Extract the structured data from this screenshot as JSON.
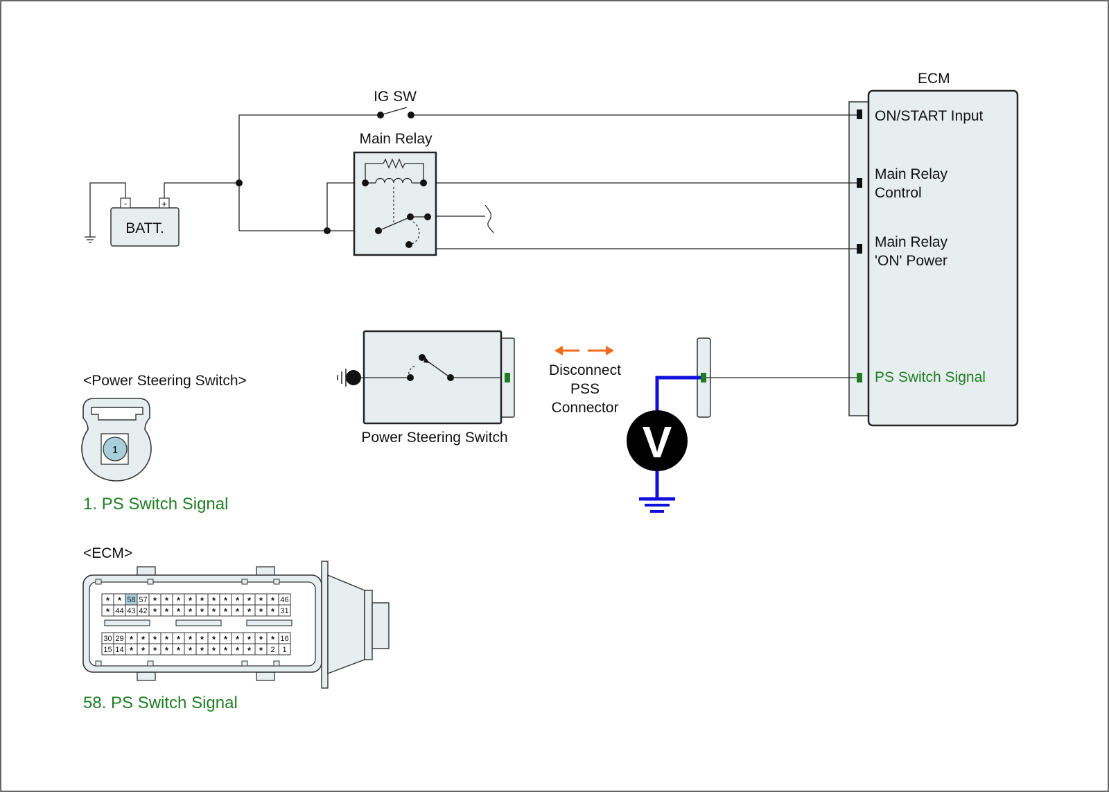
{
  "labels": {
    "ig_sw": "IG SW",
    "main_relay": "Main Relay",
    "batt": "BATT.",
    "batt_minus": "-",
    "batt_plus": "+",
    "ecm_title": "ECM",
    "ecm_on_start": "ON/START Input",
    "ecm_main_relay_control_1": "Main Relay",
    "ecm_main_relay_control_2": "Control",
    "ecm_main_relay_on_1": "Main Relay",
    "ecm_main_relay_on_2": "'ON' Power",
    "ecm_ps_switch": "PS Switch Signal",
    "pss_caption": "Power Steering Switch",
    "disconnect_1": "Disconnect",
    "disconnect_2": "PSS",
    "disconnect_3": "Connector",
    "voltmeter": "V",
    "pss_connector_title": "<Power Steering Switch>",
    "pss_pin": "1",
    "pss_pin_desc": "1. PS Switch Signal",
    "ecm_connector_title": "<ECM>",
    "ecm_pin_desc": "58. PS Switch Signal"
  },
  "ecm_connector": {
    "top_row1": [
      "*",
      "*",
      "58",
      "57",
      "*",
      "*",
      "*",
      "*",
      "*",
      "*",
      "*",
      "*",
      "*",
      "*",
      "*",
      "46"
    ],
    "top_row2": [
      "*",
      "44",
      "43",
      "42",
      "*",
      "*",
      "*",
      "*",
      "*",
      "*",
      "*",
      "*",
      "*",
      "*",
      "*",
      "31"
    ],
    "bot_row1": [
      "30",
      "29",
      "*",
      "*",
      "*",
      "*",
      "*",
      "*",
      "*",
      "*",
      "*",
      "*",
      "*",
      "*",
      "*",
      "16"
    ],
    "bot_row2": [
      "15",
      "14",
      "*",
      "*",
      "*",
      "*",
      "*",
      "*",
      "*",
      "*",
      "*",
      "*",
      "*",
      "*",
      "2",
      "1"
    ],
    "highlight_pin": "58"
  },
  "colors": {
    "signal_green": "#1e7d22",
    "meter_lead_blue": "#1010dd",
    "arrow_orange": "#f26a1b",
    "pin_highlight": "#a9cfdc"
  }
}
